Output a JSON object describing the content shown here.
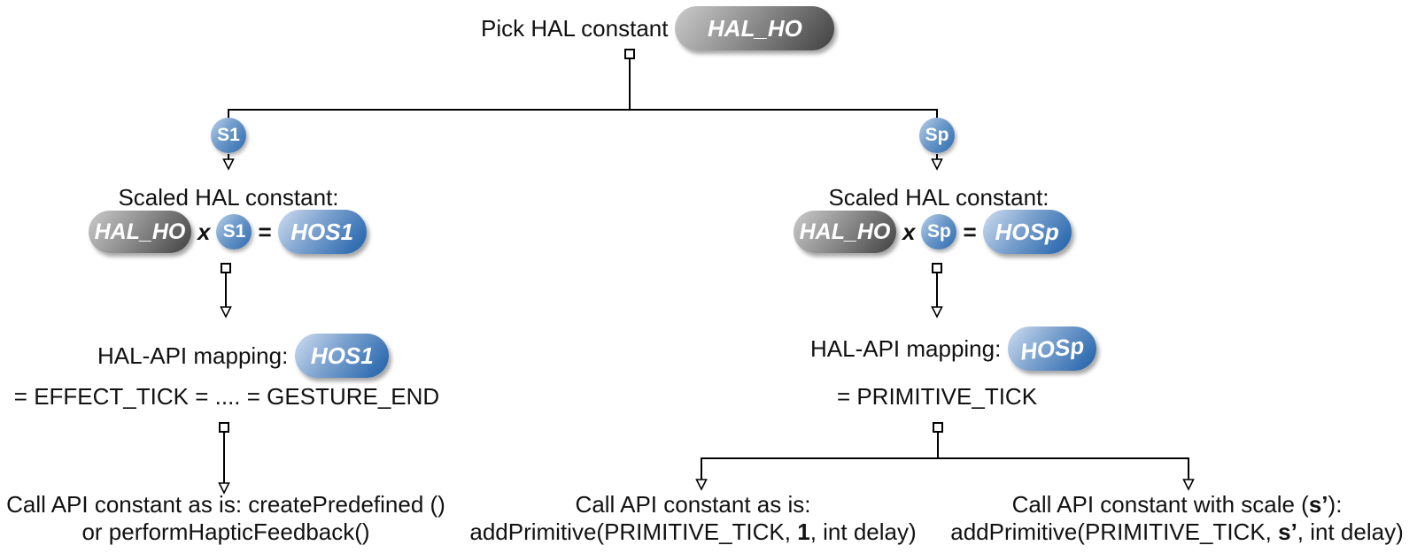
{
  "colors": {
    "pill_gray_light": "#cbcbcb",
    "pill_gray_dark": "#414141",
    "pill_blue_light": "#cfddf0",
    "pill_blue_dark": "#1d5fa9",
    "line": "#000000",
    "text": "#111111"
  },
  "root": {
    "label": "Pick HAL constant",
    "pill": "HAL_HO"
  },
  "left": {
    "selector": "S1",
    "scaled_heading": "Scaled HAL constant:",
    "scaled": {
      "operand": "HAL_HO",
      "times": "x",
      "factor": "S1",
      "equals": "=",
      "result": "HOS1"
    },
    "mapping_heading": "HAL-API mapping:",
    "mapping_pill": "HOS1",
    "mapping_equation": "= EFFECT_TICK = .... = GESTURE_END",
    "action_line1": "Call API constant as is: createPredefined ()",
    "action_line2": "or performHapticFeedback()"
  },
  "right": {
    "selector": "Sp",
    "scaled_heading": "Scaled HAL constant:",
    "scaled": {
      "operand": "HAL_HO",
      "times": "x",
      "factor": "Sp",
      "equals": "=",
      "result": "HOSp"
    },
    "mapping_heading": "HAL-API mapping:",
    "mapping_pill": "HOSp",
    "mapping_equation": "= PRIMITIVE_TICK",
    "action_as_is": {
      "title": "Call API constant as is:",
      "call_pre": "addPrimitive(PRIMITIVE_TICK, ",
      "call_bold": "1",
      "call_post": ", int delay)"
    },
    "action_scaled": {
      "title_pre": "Call API constant with scale (",
      "title_bold": "s’",
      "title_post": "):",
      "call_pre": "addPrimitive(PRIMITIVE_TICK, ",
      "call_bold": "s’",
      "call_post": ", int delay)"
    }
  }
}
